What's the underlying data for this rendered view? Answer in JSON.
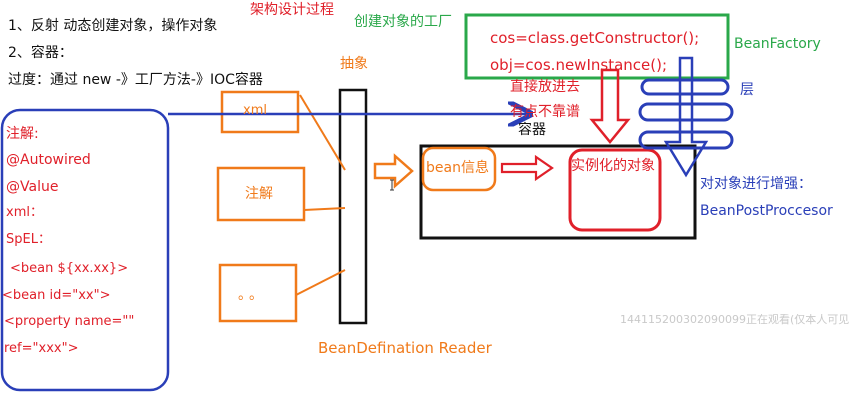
{
  "notes": {
    "line1": "1、反射 动态创建对象，操作对象",
    "line2": "2、容器：",
    "line3": "过度：通过 new -》工厂方法-》IOC容器",
    "title_red": "架构设计过程",
    "factory_label": "创建对象的工厂",
    "abstract_label": "抽象"
  },
  "code_box": {
    "line1": "cos=class.getConstructor();",
    "line2": "obj=cos.newInstance();",
    "caption": "BeanFactory"
  },
  "left_panel": {
    "items": [
      "注解:",
      "@Autowired",
      "@Value",
      "xml：",
      "SpEL：",
      "<bean ${xx.xx}>",
      "<bean id=\"xx\">",
      "<property name=\"\"",
      "ref=\"xxx\">"
    ]
  },
  "sources": {
    "xml": "xml",
    "annotation": "注解",
    "ellipsis": "。。"
  },
  "reader_label": "BeanDefination Reader",
  "container": {
    "label": "容器",
    "bean_info": "bean信息",
    "instantiated": "实例化的对象",
    "direct_put": "直接放进去",
    "unreliable": "有点不靠谱"
  },
  "layers": {
    "label": "层",
    "enhance": "对对象进行增强：",
    "processor": "BeanPostProccesor"
  },
  "watermark": "144115200302090099正在观看(仅本人可见"
}
